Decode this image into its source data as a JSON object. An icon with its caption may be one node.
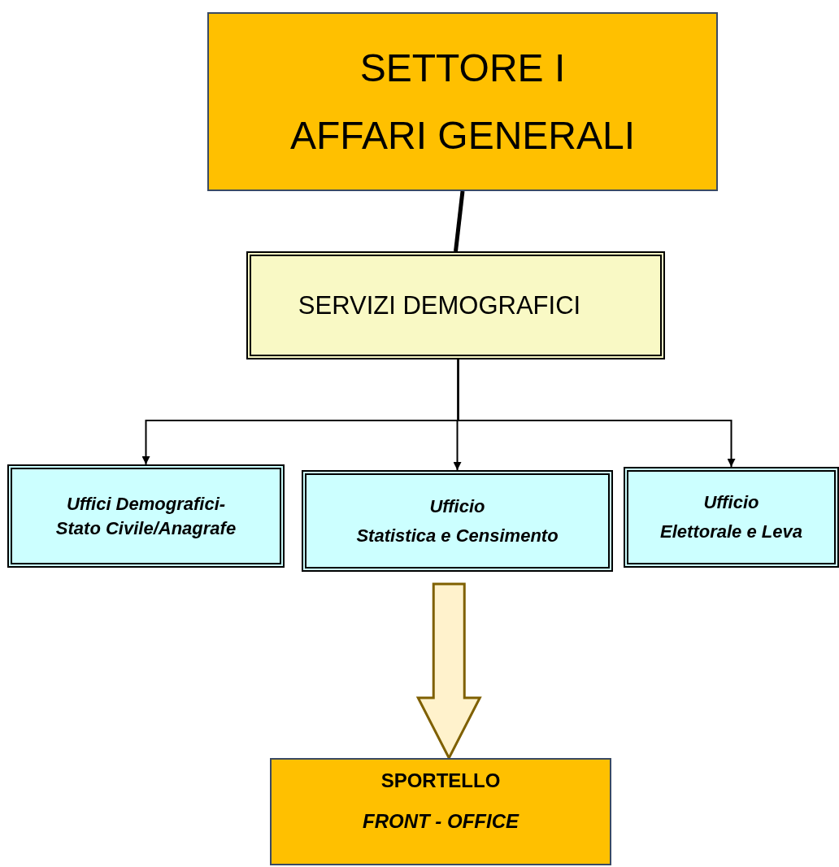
{
  "diagram": {
    "nodes": [
      {
        "text": [
          "SETTORE I",
          "AFFARI GENERALI"
        ]
      },
      {
        "text": [
          "SERVIZI DEMOGRAFICI"
        ]
      },
      {
        "text": [
          "Uffici Demografici-",
          "Stato Civile/Anagrafe"
        ]
      },
      {
        "text": [
          "Ufficio",
          "Statistica e Censimento"
        ]
      },
      {
        "text": [
          "Ufficio",
          "Elettorale e Leva"
        ]
      },
      {
        "text": [
          "SPORTELLO",
          "FRONT - OFFICE"
        ]
      }
    ],
    "edges": [
      {
        "from": 0,
        "to": 1,
        "arrow": "none",
        "style": "thick"
      },
      {
        "from": 1,
        "to": 2,
        "arrow": "to"
      },
      {
        "from": 1,
        "to": 3,
        "arrow": "to"
      },
      {
        "from": 1,
        "to": 4,
        "arrow": "to"
      },
      {
        "from": 3,
        "to": 5,
        "arrow": "to",
        "style": "thick",
        "color": "#7f6000"
      }
    ]
  }
}
